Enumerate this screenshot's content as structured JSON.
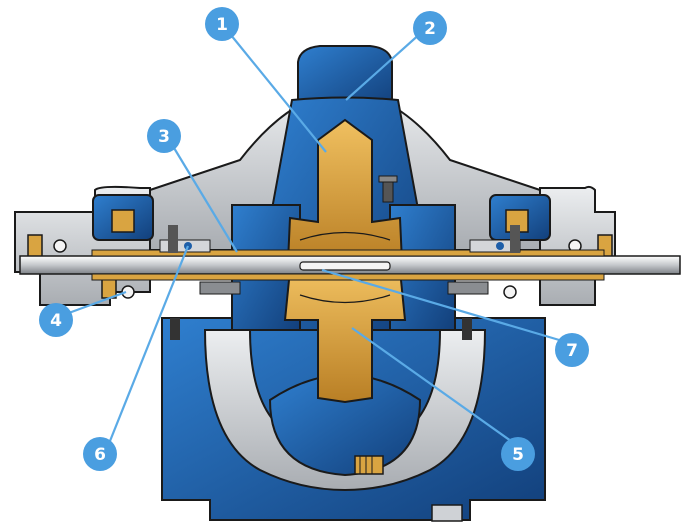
{
  "callouts": [
    {
      "id": "1",
      "label": "1"
    },
    {
      "id": "2",
      "label": "2"
    },
    {
      "id": "3",
      "label": "3"
    },
    {
      "id": "4",
      "label": "4"
    },
    {
      "id": "5",
      "label": "5"
    },
    {
      "id": "6",
      "label": "6"
    },
    {
      "id": "7",
      "label": "7"
    }
  ],
  "colors": {
    "casing_blue": "#1d5ea8",
    "impeller_gold": "#d9a441",
    "housing_grey": "#cfd2d6",
    "callout_badge": "#4a9ee0",
    "leader_line": "#5aaae6",
    "outline": "#1a1a1a"
  }
}
